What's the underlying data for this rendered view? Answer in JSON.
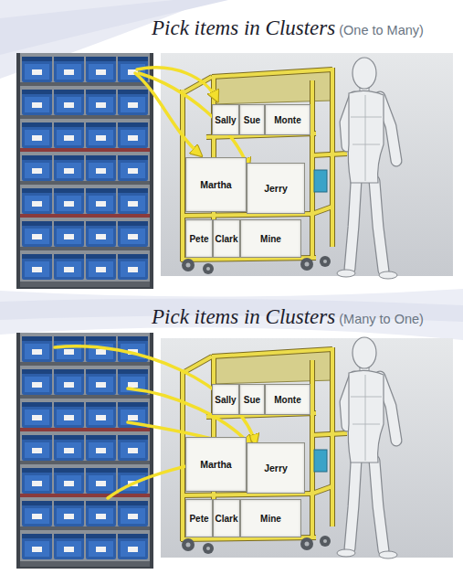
{
  "diagram": {
    "title": "Pick items in Clusters",
    "nodes": [
      {
        "text": [
          "Sally"
        ]
      },
      {
        "text": [
          "Sue"
        ]
      },
      {
        "text": [
          "Monte"
        ]
      },
      {
        "text": [
          "Martha"
        ]
      },
      {
        "text": [
          "Jerry"
        ]
      },
      {
        "text": [
          "Pete"
        ]
      },
      {
        "text": [
          "Clark"
        ]
      },
      {
        "text": [
          "Mine"
        ]
      },
      {
        "text": [
          "Sally"
        ]
      },
      {
        "text": [
          "Sue"
        ]
      },
      {
        "text": [
          "Monte"
        ]
      },
      {
        "text": [
          "Martha"
        ]
      },
      {
        "text": [
          "Jerry"
        ]
      },
      {
        "text": [
          "Pete"
        ]
      },
      {
        "text": [
          "Clark"
        ]
      },
      {
        "text": [
          "Mine"
        ]
      }
    ],
    "labels": [
      "(One to Many)",
      "Pick items in Clusters",
      "(Many to One)"
    ]
  }
}
